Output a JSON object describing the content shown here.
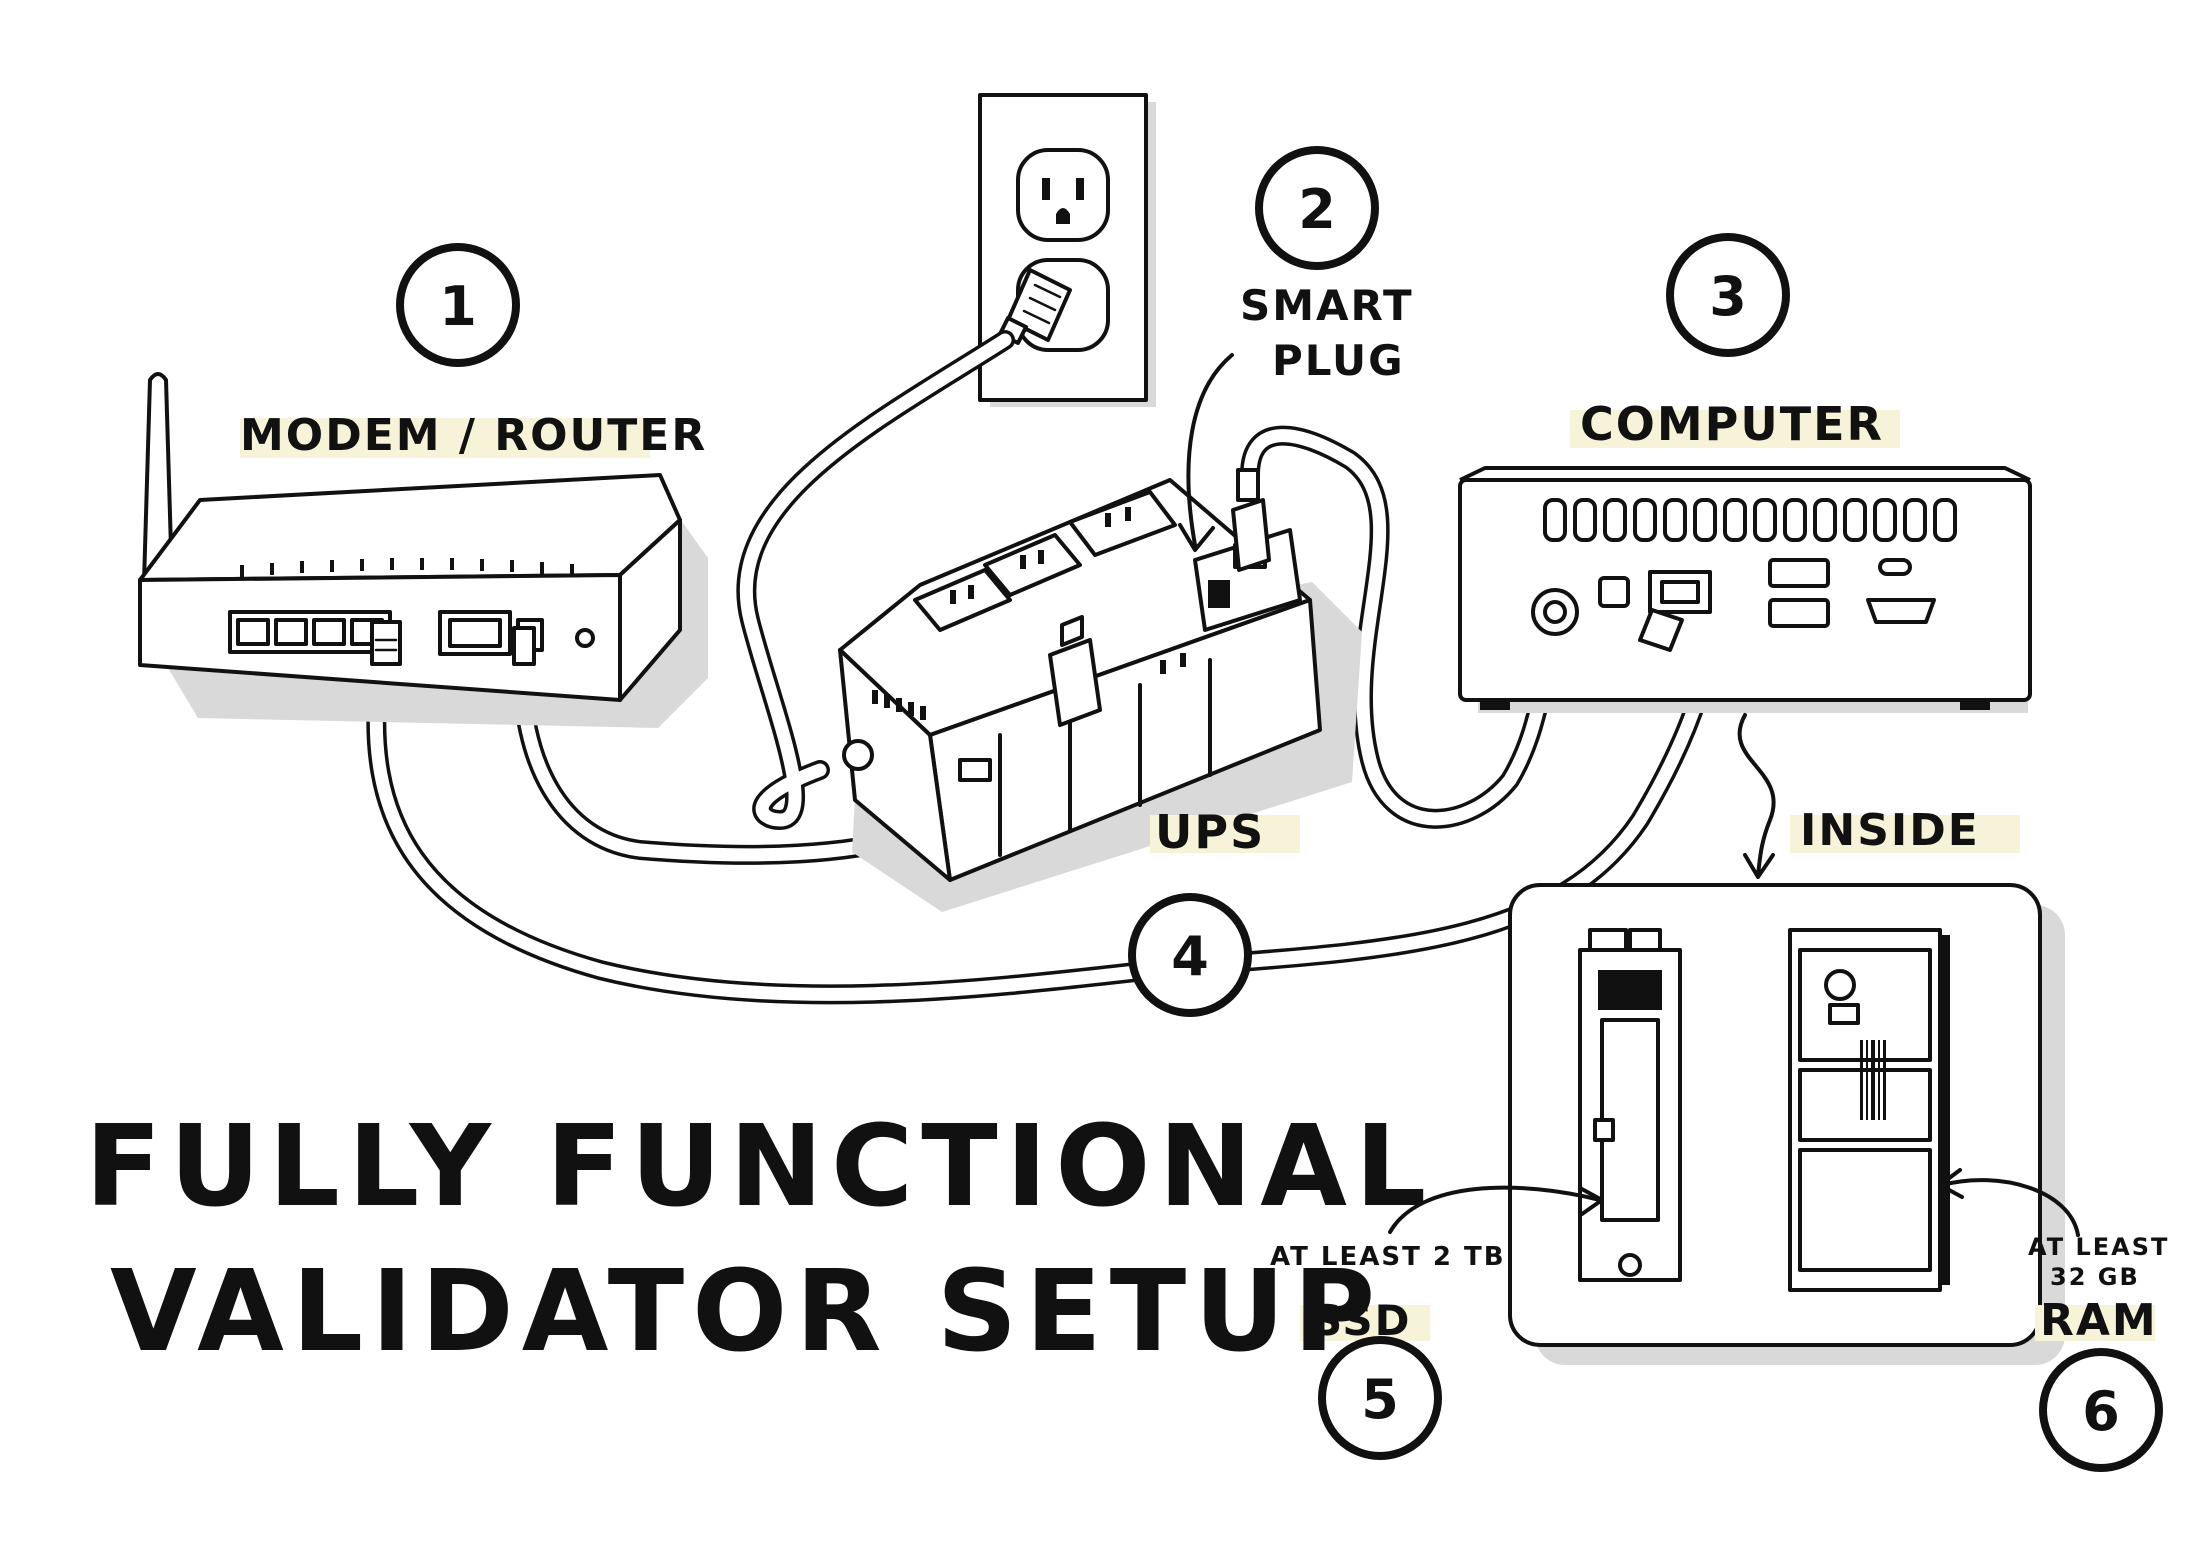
{
  "labels": {
    "modem_router": "MODEM / ROUTER",
    "smart_plug_line1": "SMART",
    "smart_plug_line2": "PLUG",
    "computer": "COMPUTER",
    "ups": "UPS",
    "inside": "INSIDE",
    "ssd_note": "AT LEAST 2 TB",
    "ssd": "SSD",
    "ram_note_line1": "AT LEAST",
    "ram_note_line2": "32 GB",
    "ram": "RAM"
  },
  "numbers": {
    "n1": "1",
    "n2": "2",
    "n3": "3",
    "n4": "4",
    "n5": "5",
    "n6": "6"
  },
  "title": {
    "line1": "FULLY FUNCTIONAL",
    "line2": "VALIDATOR SETUP"
  }
}
